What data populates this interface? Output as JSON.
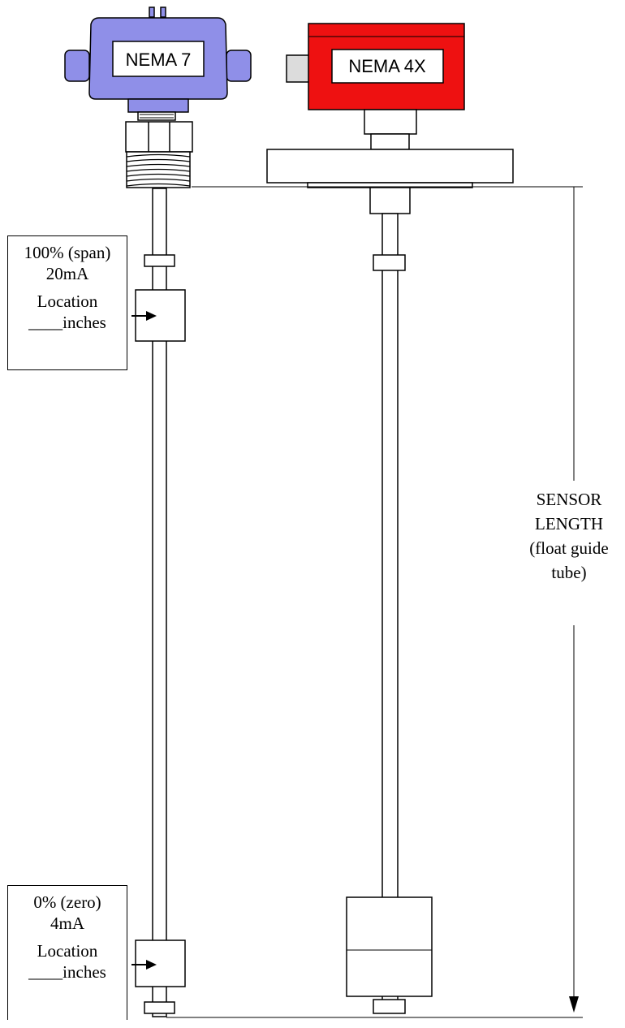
{
  "enclosures": {
    "left_label": "NEMA 7",
    "right_label": "NEMA 4X",
    "colors": {
      "nema7_fill": "#8f8fe8",
      "nema4x_fill": "#ee1111",
      "nema4x_side": "#dcdcdc",
      "line": "#000000"
    }
  },
  "span_marker": {
    "line1": "100% (span)",
    "line2": "20mA",
    "line3": "Location",
    "line4": "____inches"
  },
  "zero_marker": {
    "line1": "0% (zero)",
    "line2": "4mA",
    "line3": "Location",
    "line4": "____inches"
  },
  "dimension": {
    "line1": "SENSOR",
    "line2": "LENGTH",
    "line3": "(float guide",
    "line4": "tube)"
  }
}
